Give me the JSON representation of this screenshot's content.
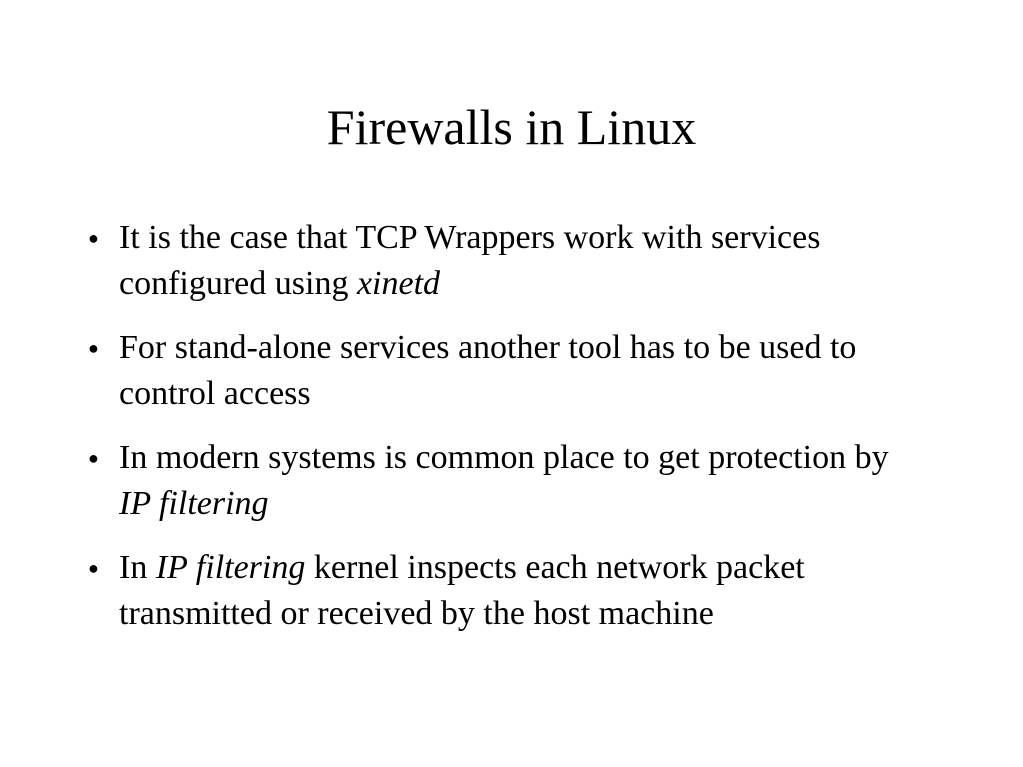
{
  "slide": {
    "title": "Firewalls in Linux",
    "bullet_glyph": "●",
    "bullets": [
      {
        "parts": [
          {
            "text": "It is the case that TCP Wrappers work with services configured using ",
            "italic": false
          },
          {
            "text": "xinetd",
            "italic": true
          }
        ]
      },
      {
        "parts": [
          {
            "text": "For stand-alone services another tool has to be used to control access",
            "italic": false
          }
        ]
      },
      {
        "parts": [
          {
            "text": "In modern systems is common place to get protection by ",
            "italic": false
          },
          {
            "text": "IP filtering",
            "italic": true
          }
        ]
      },
      {
        "parts": [
          {
            "text": "In ",
            "italic": false
          },
          {
            "text": "IP filtering",
            "italic": true
          },
          {
            "text": " kernel inspects each network packet transmitted or received by the host machine",
            "italic": false
          }
        ]
      }
    ]
  }
}
